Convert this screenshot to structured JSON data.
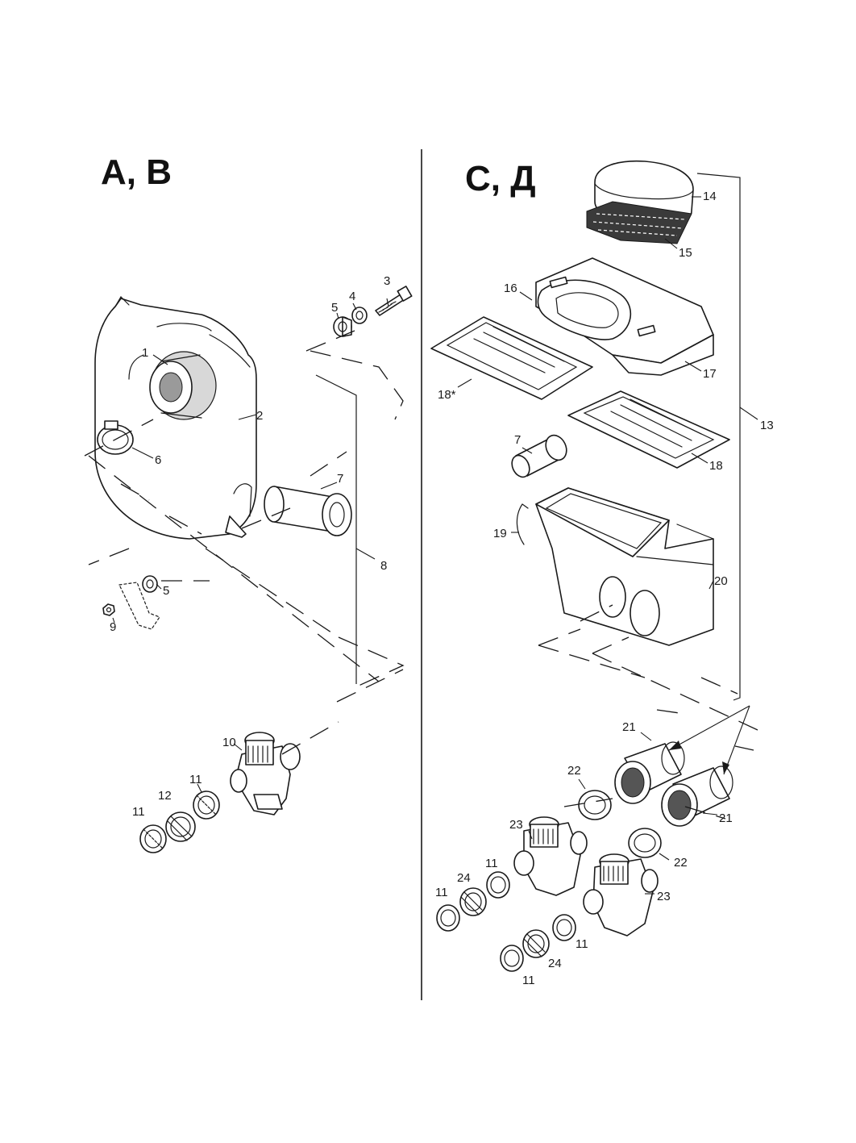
{
  "titles": {
    "left": "A, B",
    "right": "C, Д"
  },
  "callouts": {
    "left": {
      "n1": "1",
      "n2": "2",
      "n3": "3",
      "n4": "4",
      "n5a": "5",
      "n5b": "5",
      "n6": "6",
      "n7": "7",
      "n8": "8",
      "n9": "9",
      "n10": "10",
      "n11a": "11",
      "n11b": "11",
      "n12": "12"
    },
    "right": {
      "n7": "7",
      "n11a": "11",
      "n11b": "11",
      "n11c": "11",
      "n11d": "11",
      "n13": "13",
      "n14": "14",
      "n15": "15",
      "n16": "16",
      "n17": "17",
      "n18a": "18*",
      "n18b": "18",
      "n19": "19",
      "n20": "20",
      "n21a": "21",
      "n21b": "21",
      "n22a": "22",
      "n22b": "22",
      "n23a": "23",
      "n23b": "23",
      "n24a": "24",
      "n24b": "24"
    }
  },
  "colors": {
    "line": "#1a1a1a",
    "background": "#ffffff",
    "shade": "#d8d8d8"
  }
}
